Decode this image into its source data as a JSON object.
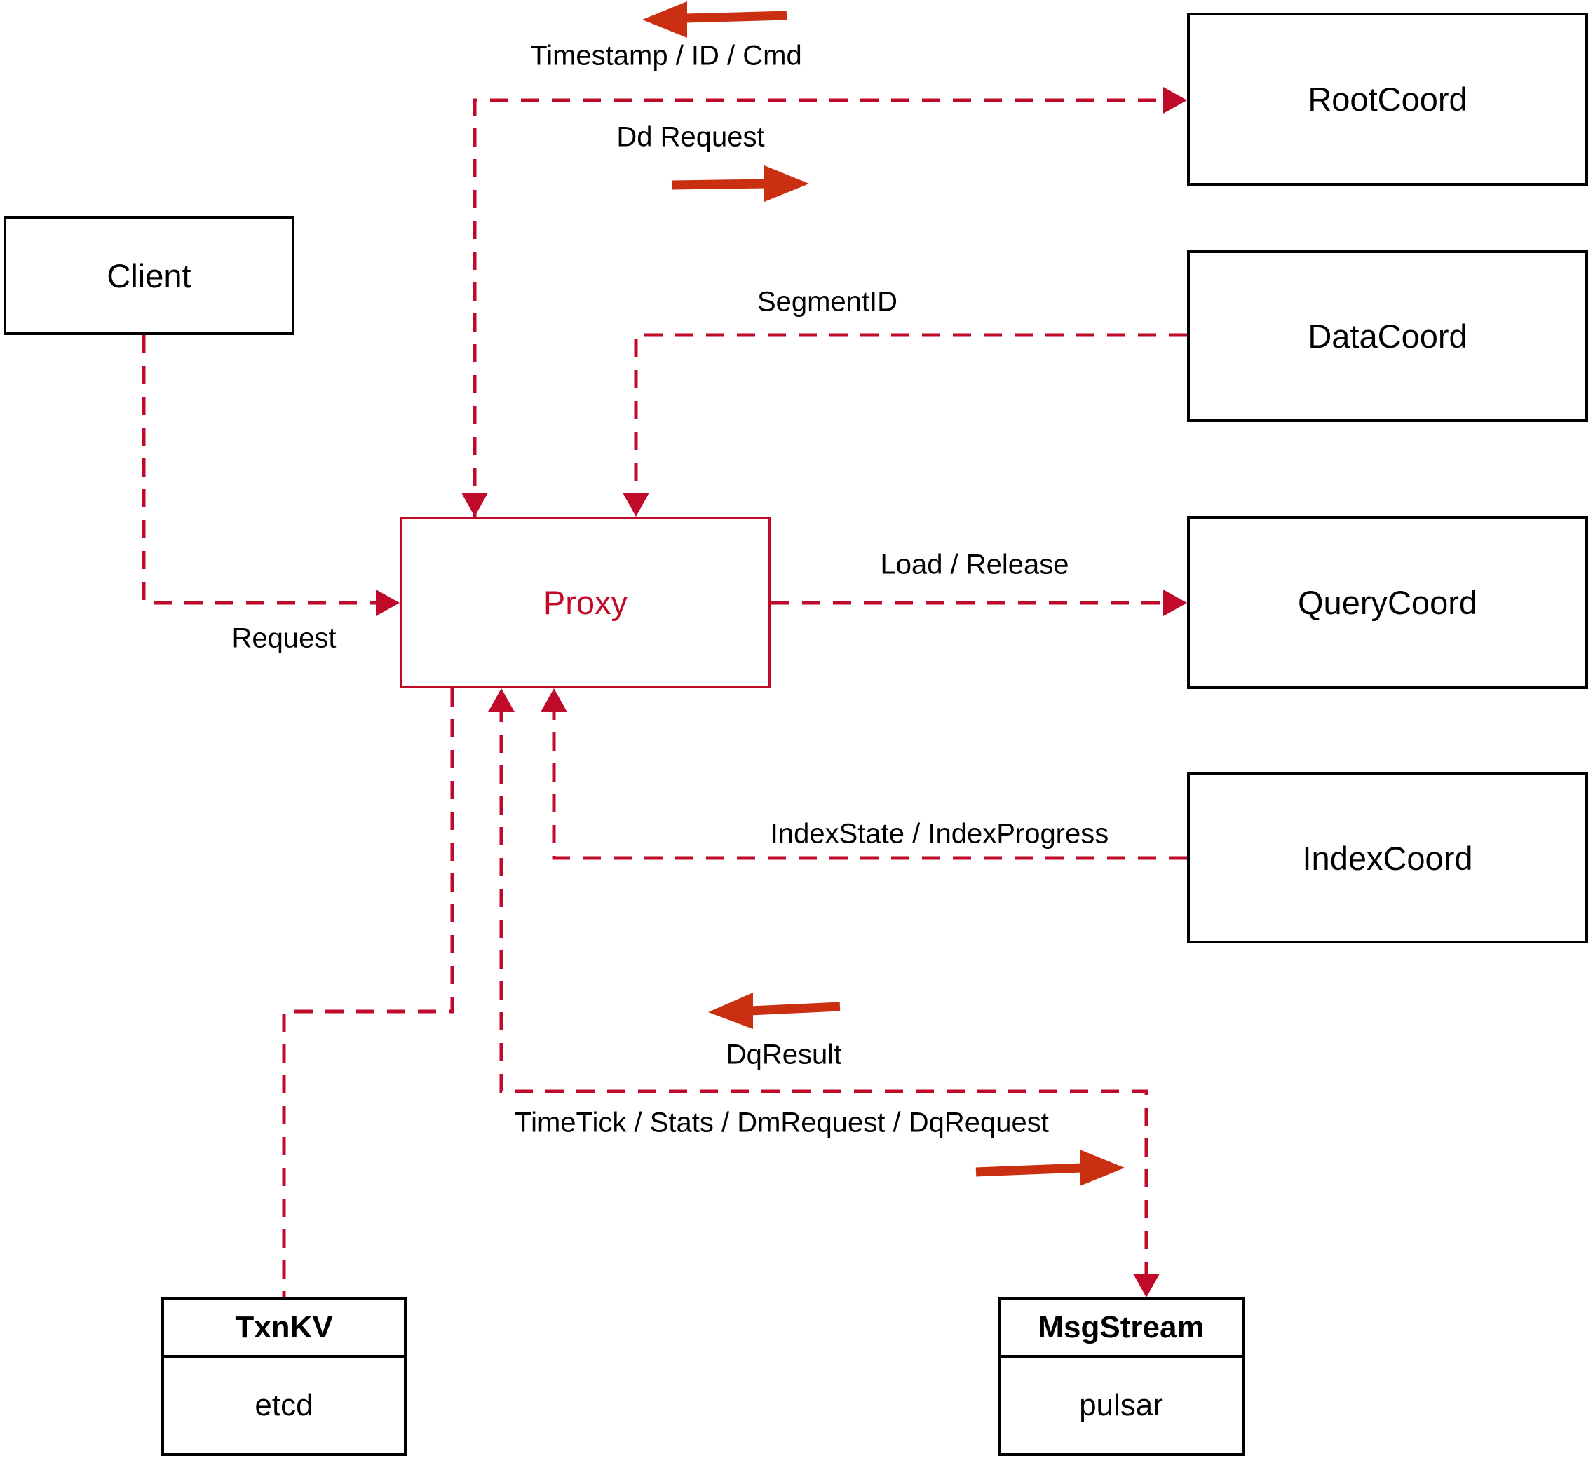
{
  "colors": {
    "dashed_line": "#bf0a2a",
    "solid_arrow": "#ca2f12",
    "proxy_accent": "#c00a27",
    "node_border": "#000000",
    "background": "#ffffff"
  },
  "nodes": {
    "client": {
      "label": "Client"
    },
    "proxy": {
      "label": "Proxy"
    },
    "rootcoord": {
      "label": "RootCoord"
    },
    "datacoord": {
      "label": "DataCoord"
    },
    "querycoord": {
      "label": "QueryCoord"
    },
    "indexcoord": {
      "label": "IndexCoord"
    },
    "txnkv": {
      "title": "TxnKV",
      "subtitle": "etcd"
    },
    "msgstream": {
      "title": "MsgStream",
      "subtitle": "pulsar"
    }
  },
  "edges": [
    {
      "id": "client-proxy",
      "from": "client",
      "to": "proxy",
      "style": "dashed",
      "label": "Request"
    },
    {
      "id": "proxy-rootcoord",
      "from": "proxy",
      "to": "rootcoord",
      "style": "dashed",
      "bidirectional": true,
      "label_back": "Timestamp / ID / Cmd",
      "label_forward": "Dd Request"
    },
    {
      "id": "datacoord-proxy",
      "from": "datacoord",
      "to": "proxy",
      "style": "dashed",
      "label": "SegmentID"
    },
    {
      "id": "proxy-querycoord",
      "from": "proxy",
      "to": "querycoord",
      "style": "dashed",
      "label": "Load / Release"
    },
    {
      "id": "indexcoord-proxy",
      "from": "indexcoord",
      "to": "proxy",
      "style": "dashed",
      "label": "IndexState / IndexProgress"
    },
    {
      "id": "proxy-txnkv",
      "from": "proxy",
      "to": "txnkv",
      "style": "dashed"
    },
    {
      "id": "proxy-msgstream",
      "from": "proxy",
      "to": "msgstream",
      "style": "dashed",
      "bidirectional": true,
      "label_back": "DqResult",
      "label_forward": "TimeTick / Stats / DmRequest / DqRequest"
    }
  ]
}
